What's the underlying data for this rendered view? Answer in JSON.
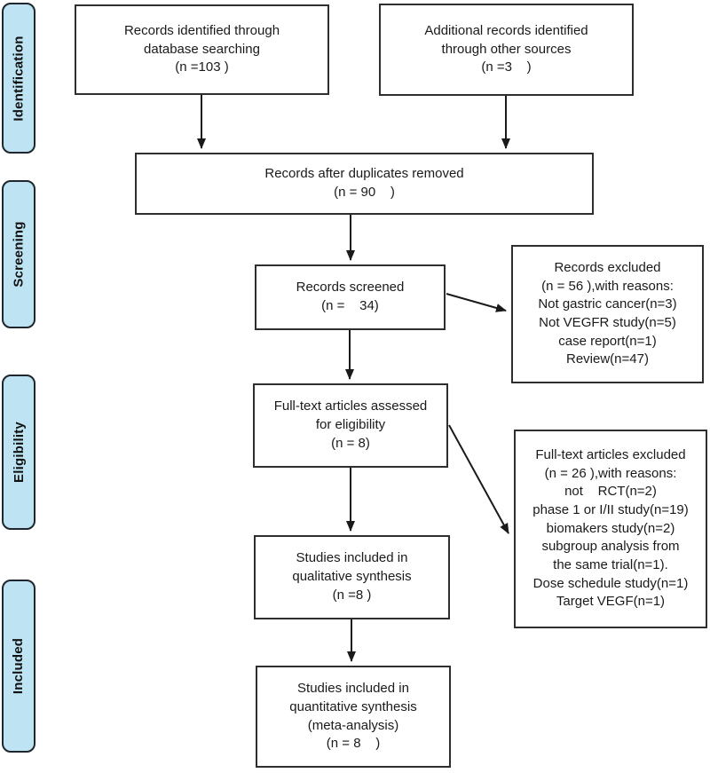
{
  "colors": {
    "sidebar_fill": "#bee3f3",
    "stage_border": "#1f262e",
    "box_border": "#2e2e2e",
    "line": "#1a1a1a"
  },
  "sidebar": {
    "stages": [
      {
        "label": "Identification"
      },
      {
        "label": "Screening"
      },
      {
        "label": "Eligibility"
      },
      {
        "label": "Included"
      }
    ]
  },
  "boxes": {
    "records_identified": {
      "text": "Records identified through\ndatabase searching\n(n =103 )"
    },
    "additional_records": {
      "text": "Additional records identified\nthrough other sources\n(n =3    )"
    },
    "duplicates_removed": {
      "text": "Records after duplicates removed\n(n = 90    )"
    },
    "records_screened": {
      "text": "Records screened\n(n =    34)"
    },
    "records_excluded": {
      "text": "Records excluded\n(n = 56 ),with reasons:\nNot gastric cancer(n=3)\nNot VEGFR study(n=5)\ncase report(n=1)\nReview(n=47)"
    },
    "fulltext_assessed": {
      "text": "Full-text articles assessed\nfor eligibility\n(n = 8)"
    },
    "fulltext_excluded": {
      "text": "Full-text articles excluded\n(n = 26 ),with reasons:\nnot    RCT(n=2)\nphase 1 or I/II study(n=19)\nbiomakers study(n=2)\nsubgroup analysis from\nthe same trial(n=1).\nDose schedule study(n=1)\nTarget VEGF(n=1)"
    },
    "qualitative_synthesis": {
      "text": "Studies included in\nqualitative synthesis\n(n =8 )"
    },
    "quantitative_synthesis": {
      "text": "Studies included in\nquantitative synthesis\n(meta-analysis)\n(n = 8    )"
    }
  }
}
